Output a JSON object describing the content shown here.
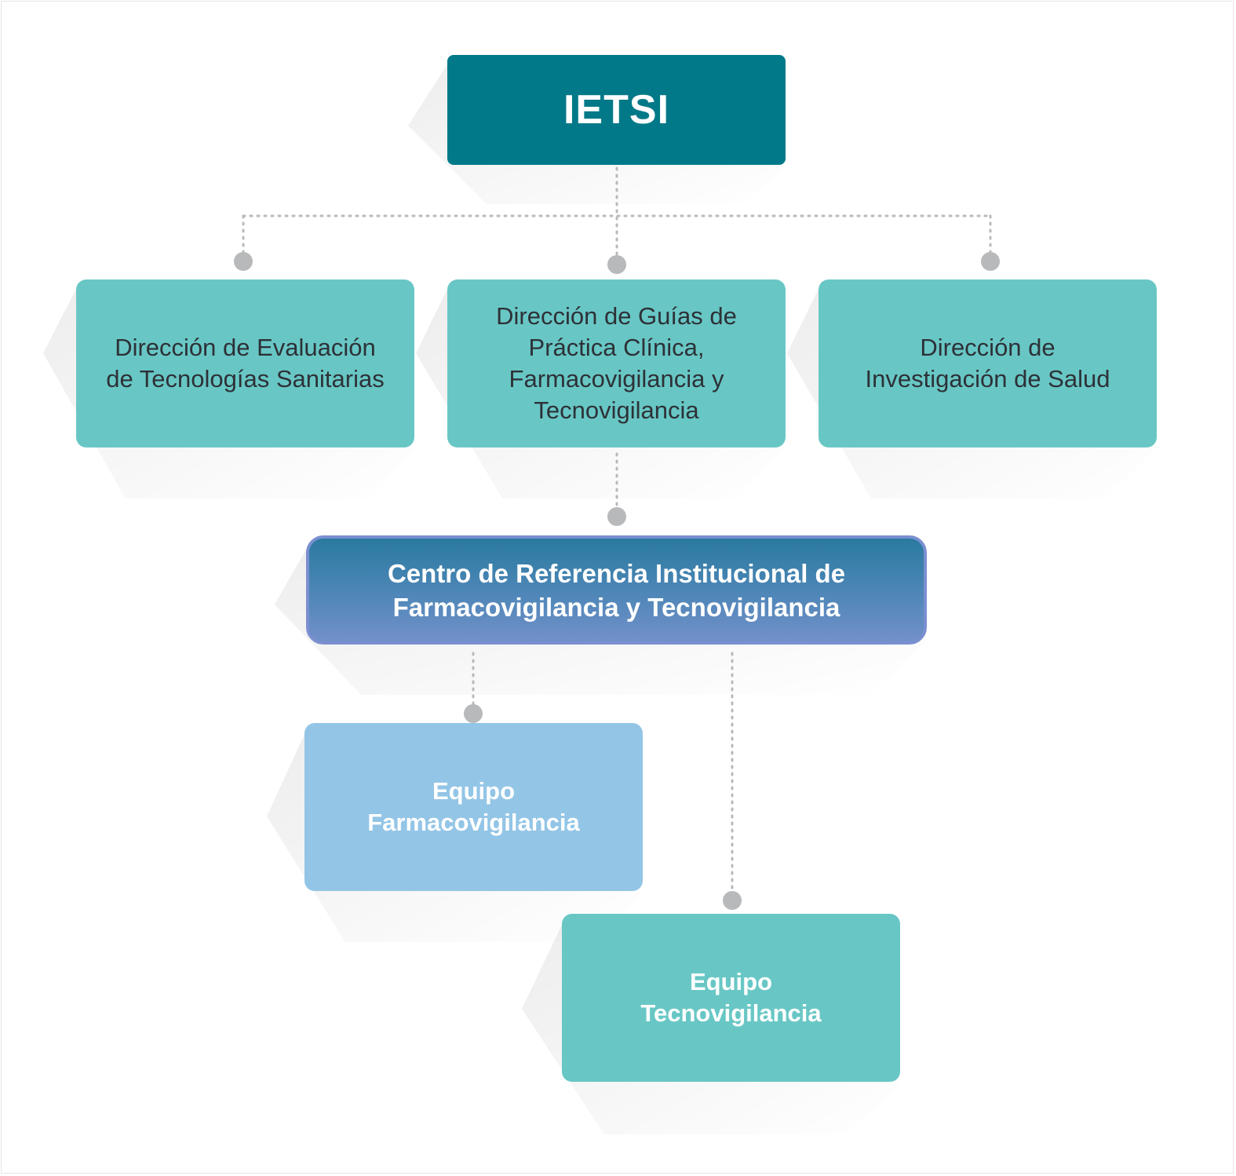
{
  "root": {
    "label": "IETSI"
  },
  "directorates": [
    {
      "label": "Dirección de Evaluación\nde Tecnologías Sanitarias"
    },
    {
      "label": "Dirección de Guías de\nPráctica Clínica,\nFarmacovigilancia y\nTecnovigilancia"
    },
    {
      "label": "Dirección de\nInvestigación de Salud"
    }
  ],
  "center": {
    "label": "Centro de Referencia Institucional de\nFarmacovigilancia y Tecnovigilancia"
  },
  "teams": [
    {
      "label": "Equipo\nFarmacovigilancia"
    },
    {
      "label": "Equipo\nTecnovigilancia"
    }
  ],
  "colors": {
    "root": "#027988",
    "directorate": "#68c7c5",
    "center_top": "#2a7aa0",
    "center_bottom": "#7290c9",
    "team_farmaco": "#93c5e6",
    "team_tecno": "#68c7c5",
    "connector": "#b8b9bb"
  }
}
